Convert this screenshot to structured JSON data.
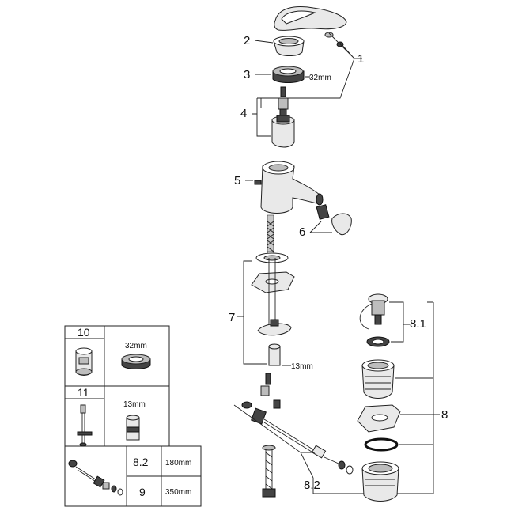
{
  "callouts": {
    "c1": "1",
    "c2": "2",
    "c3": "3",
    "c4": "4",
    "c5": "5",
    "c6": "6",
    "c7": "7",
    "c8": "8",
    "c8_1": "8.1",
    "c8_2": "8.2"
  },
  "dimensions": {
    "nut_32": "32mm",
    "nut_13": "13mm"
  },
  "tool_table": {
    "row10": {
      "label": "10",
      "size": "32mm"
    },
    "row11": {
      "label": "11",
      "size": "13mm"
    },
    "row_hose": [
      {
        "label": "8.2",
        "length": "180mm"
      },
      {
        "label": "9",
        "length": "350mm"
      }
    ]
  }
}
